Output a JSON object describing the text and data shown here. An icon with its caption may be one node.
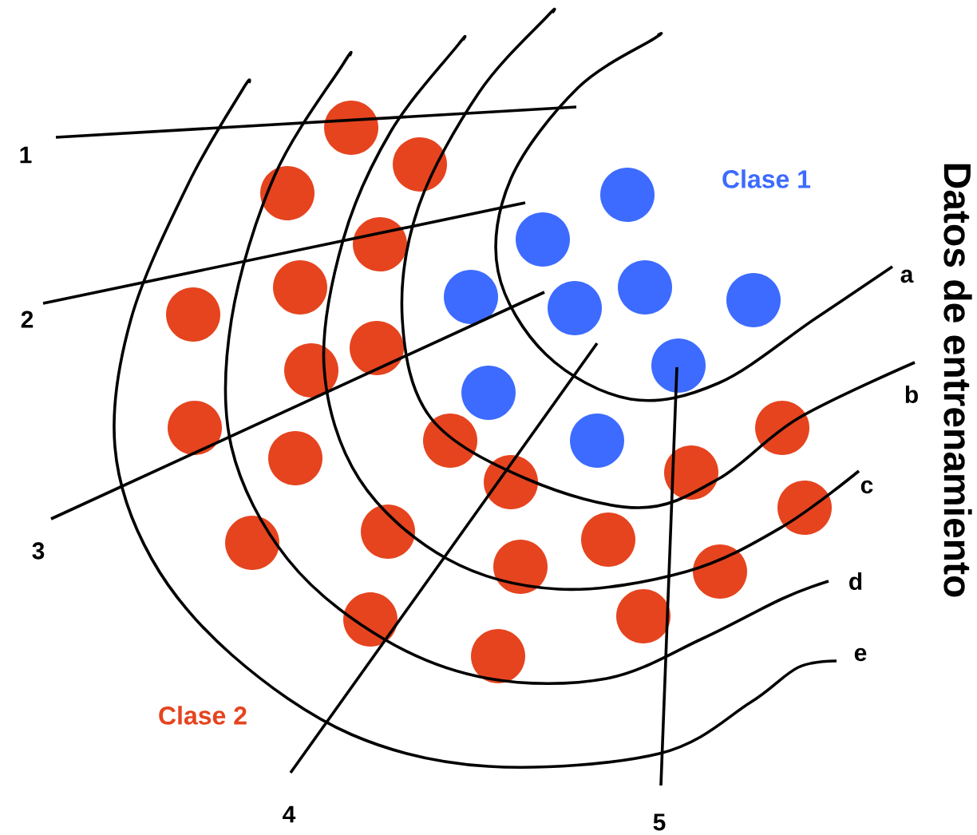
{
  "diagram": {
    "title": "Datos de entrenamiento",
    "labels": [
      "1",
      "Clase 1",
      "2",
      "a",
      "b",
      "3",
      "c",
      "d",
      "e",
      "Clase 2",
      "4",
      "5"
    ]
  }
}
